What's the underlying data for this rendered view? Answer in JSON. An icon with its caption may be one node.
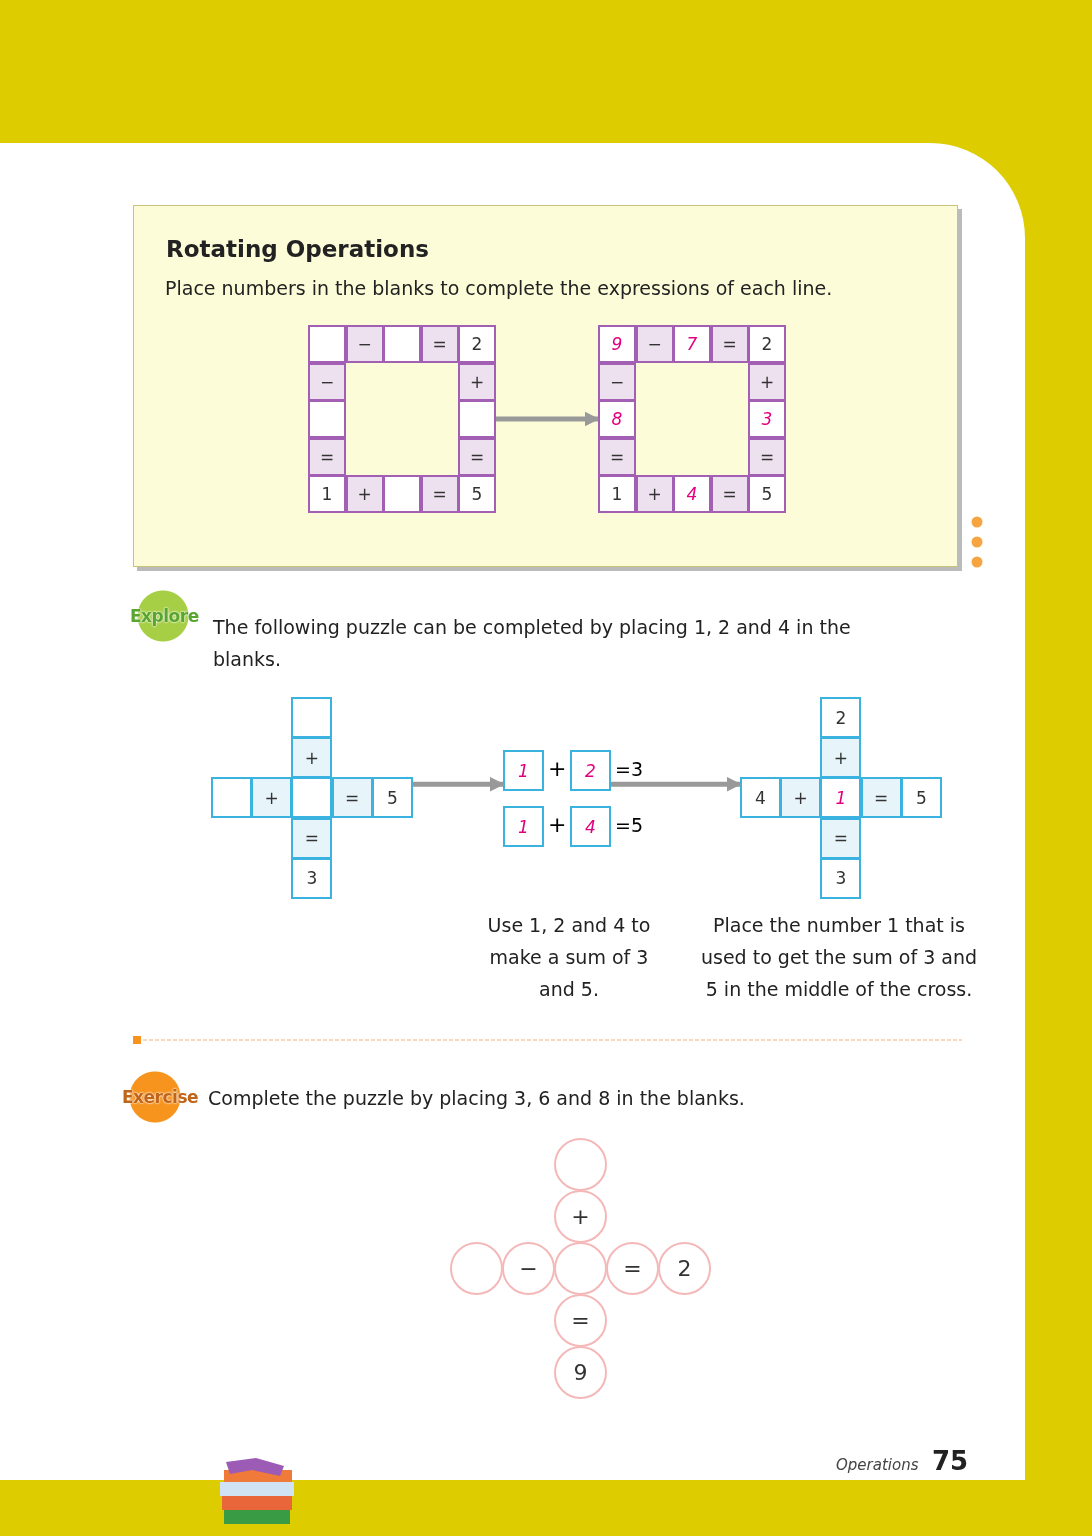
{
  "diagram": {
    "nodes": [
      {
        "text": [
          "Rotating Operations",
          "Place numbers in the blanks to complete the expressions of each line."
        ]
      },
      {
        "text": [],
        "shape": "box",
        "in": 0
      },
      {
        "text": [
          "−"
        ],
        "in": 0
      },
      {
        "text": [],
        "shape": "box",
        "in": 0
      },
      {
        "text": [
          "="
        ],
        "in": 0
      },
      {
        "text": [
          "2"
        ],
        "in": 0
      },
      {
        "text": [
          "−"
        ],
        "in": 0
      },
      {
        "text": [
          "+"
        ],
        "in": 0
      },
      {
        "text": [],
        "shape": "box",
        "in": 0
      },
      {
        "text": [],
        "shape": "box",
        "in": 0
      },
      {
        "text": [
          "="
        ],
        "in": 0
      },
      {
        "text": [
          "="
        ],
        "in": 0
      },
      {
        "text": [
          "1"
        ],
        "in": 0
      },
      {
        "text": [
          "+"
        ],
        "in": 0
      },
      {
        "text": [],
        "shape": "box",
        "in": 0
      },
      {
        "text": [
          "="
        ],
        "in": 0
      },
      {
        "text": [
          "5"
        ],
        "in": 0
      },
      {
        "text": [
          "9"
        ],
        "in": 0
      },
      {
        "text": [
          "−"
        ],
        "in": 0
      },
      {
        "text": [
          "7"
        ],
        "in": 0
      },
      {
        "text": [
          "="
        ],
        "in": 0
      },
      {
        "text": [
          "2"
        ],
        "in": 0
      },
      {
        "text": [
          "−"
        ],
        "in": 0
      },
      {
        "text": [
          "+"
        ],
        "in": 0
      },
      {
        "text": [
          "8"
        ],
        "in": 0
      },
      {
        "text": [
          "3"
        ],
        "in": 0
      },
      {
        "text": [
          "="
        ],
        "in": 0
      },
      {
        "text": [
          "="
        ],
        "in": 0
      },
      {
        "text": [
          "1"
        ],
        "in": 0
      },
      {
        "text": [
          "+"
        ],
        "in": 0
      },
      {
        "text": [
          "4"
        ],
        "in": 0
      },
      {
        "text": [
          "="
        ],
        "in": 0
      },
      {
        "text": [
          "5"
        ],
        "in": 0
      },
      {
        "text": [
          "Explore"
        ]
      },
      {
        "text": [],
        "shape": "box"
      },
      {
        "text": [
          "+"
        ]
      },
      {
        "text": [],
        "shape": "box"
      },
      {
        "text": [
          "+"
        ]
      },
      {
        "text": [],
        "shape": "box"
      },
      {
        "text": [
          "="
        ]
      },
      {
        "text": [
          "5"
        ]
      },
      {
        "text": [
          "="
        ]
      },
      {
        "text": [
          "3"
        ]
      },
      {
        "text": [
          "1"
        ]
      },
      {
        "text": [
          "2"
        ]
      },
      {
        "text": [
          "1"
        ]
      },
      {
        "text": [
          "4"
        ]
      },
      {
        "text": [
          "2"
        ]
      },
      {
        "text": [
          "+"
        ]
      },
      {
        "text": [
          "4"
        ]
      },
      {
        "text": [
          "+"
        ]
      },
      {
        "text": [
          "1"
        ]
      },
      {
        "text": [
          "="
        ]
      },
      {
        "text": [
          "5"
        ]
      },
      {
        "text": [
          "="
        ]
      },
      {
        "text": [
          "3"
        ]
      },
      {
        "text": [
          "Exercise"
        ]
      },
      {
        "text": [],
        "shape": "circle"
      },
      {
        "text": [
          "+"
        ]
      },
      {
        "text": [],
        "shape": "circle"
      },
      {
        "text": [
          "−"
        ]
      },
      {
        "text": [],
        "shape": "circle"
      },
      {
        "text": [
          "="
        ]
      },
      {
        "text": [
          "2"
        ]
      },
      {
        "text": [
          "="
        ]
      },
      {
        "text": [
          "9"
        ]
      }
    ],
    "edges": [
      {
        "from": 9,
        "to": 24,
        "arrow": "to"
      },
      {
        "from": 40,
        "to": 43,
        "arrow": "to"
      },
      {
        "from": 44,
        "to": 49,
        "arrow": "to"
      }
    ],
    "labels": [
      "The following puzzle can be completed by placing 1, 2 and 4 in the blanks.",
      "+",
      "=3",
      "+",
      "=5",
      "Use 1, 2 and 4 to make a sum of 3 and 5.",
      "Place the number 1 that is used to get the sum of 3 and 5 in the middle of the cross.",
      "Complete the puzzle by placing 3, 6 and 8 in the blanks.",
      "Operations",
      "75"
    ]
  }
}
